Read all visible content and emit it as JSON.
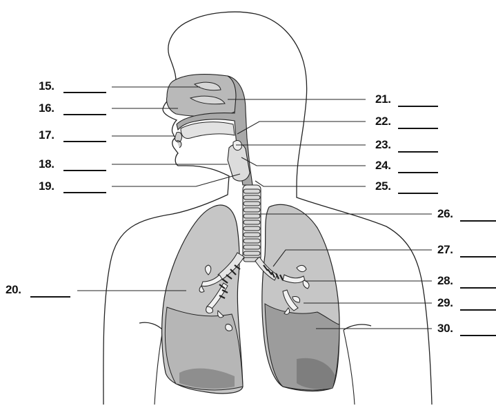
{
  "diagram": {
    "left_labels": [
      {
        "number": "15.",
        "blank": "______"
      },
      {
        "number": "16.",
        "blank": "______"
      },
      {
        "number": "17.",
        "blank": "______"
      },
      {
        "number": "18.",
        "blank": "______"
      },
      {
        "number": "19.",
        "blank": "______"
      },
      {
        "number": "20.",
        "blank": "______"
      }
    ],
    "right_labels": [
      {
        "number": "21.",
        "blank": "______"
      },
      {
        "number": "22.",
        "blank": "______"
      },
      {
        "number": "23.",
        "blank": "______"
      },
      {
        "number": "24.",
        "blank": "______"
      },
      {
        "number": "25.",
        "blank": "______"
      },
      {
        "number": "26.",
        "blank": "______"
      },
      {
        "number": "27.",
        "blank": "______"
      },
      {
        "number": "28.",
        "blank": "______"
      },
      {
        "number": "29.",
        "blank": "______"
      },
      {
        "number": "30.",
        "blank": "______"
      }
    ]
  }
}
